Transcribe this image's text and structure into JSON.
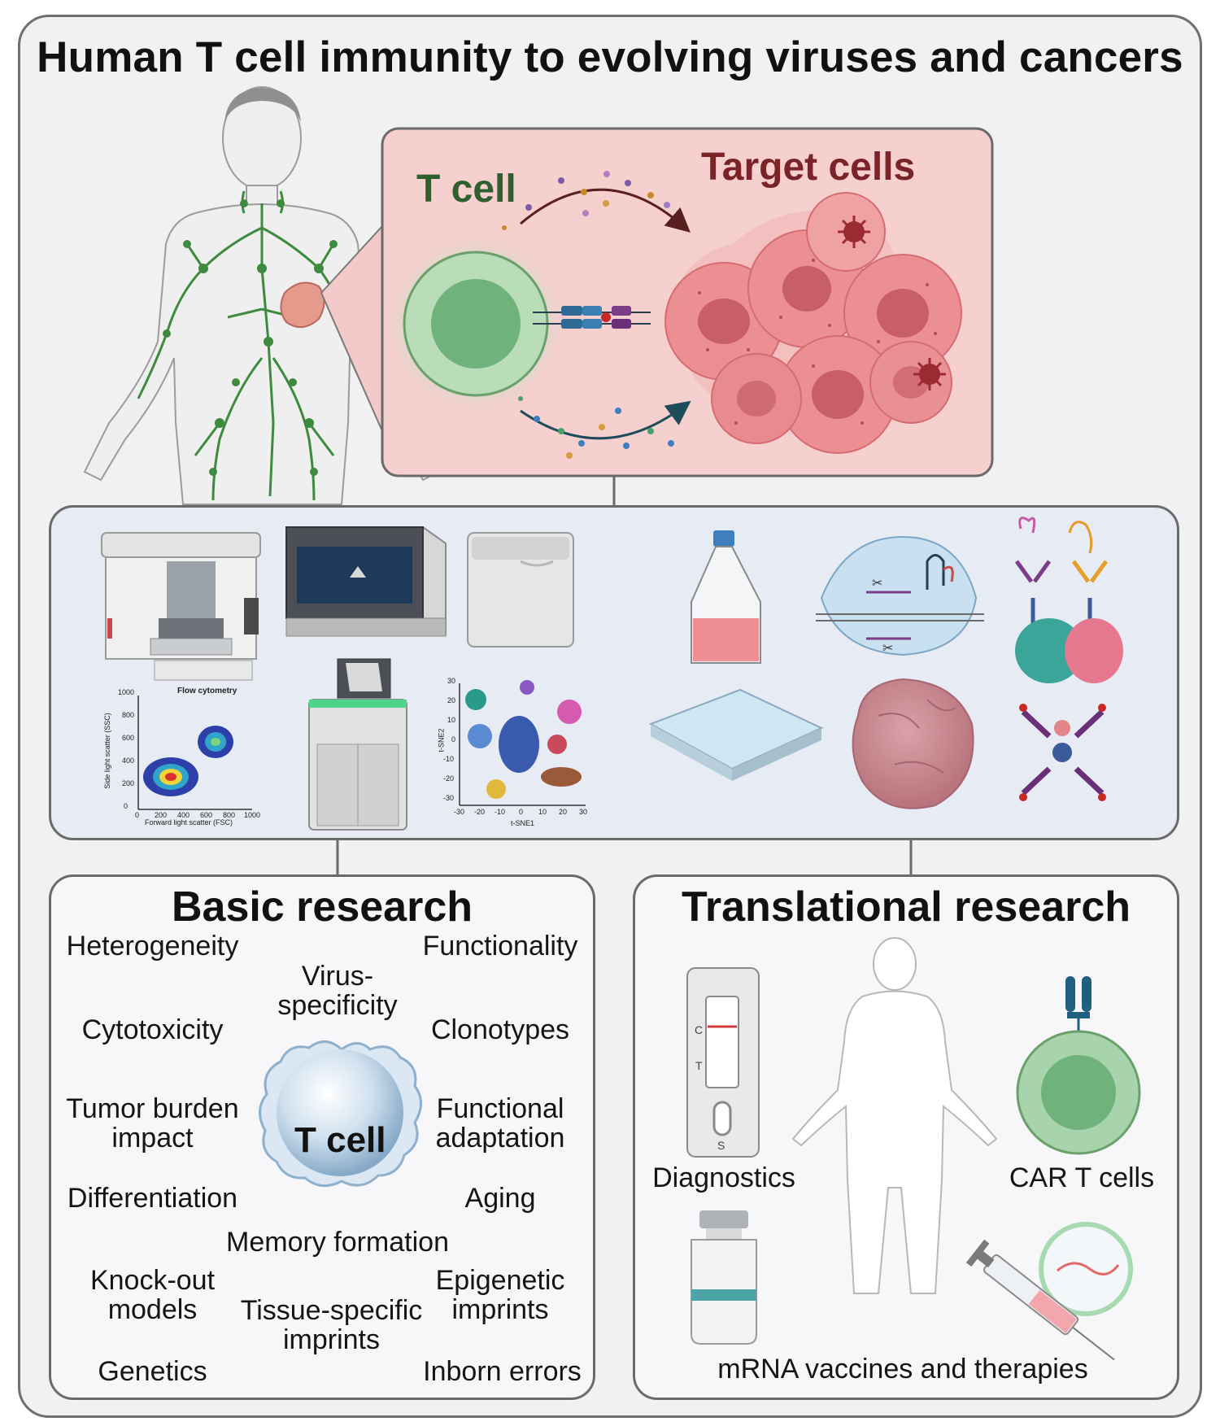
{
  "title": "Human T cell immunity to evolving viruses and cancers",
  "interaction": {
    "t_cell_label": "T cell",
    "target_label": "Target cells"
  },
  "methods": {
    "flow_plot": {
      "title": "Flow cytometry",
      "xlabel": "Forward light scatter (FSC)",
      "ylabel": "Side light scatter (SSC)",
      "x_ticks": [
        "0",
        "200",
        "400",
        "600",
        "800",
        "1000"
      ],
      "y_ticks": [
        "0",
        "200",
        "400",
        "600",
        "800",
        "1000"
      ]
    },
    "tsne_plot": {
      "xlabel": "t-SNE1",
      "ylabel": "t-SNE2",
      "x_ticks": [
        "-30",
        "-20",
        "-10",
        "0",
        "10",
        "20",
        "30"
      ],
      "y_ticks": [
        "30",
        "20",
        "10",
        "0",
        "-10",
        "-20",
        "-30"
      ]
    }
  },
  "basic": {
    "title": "Basic research",
    "center_label": "T cell",
    "terms": {
      "heterogeneity": "Heterogeneity",
      "functionality": "Functionality",
      "virus_specificity": "Virus-\nspecificity",
      "cytotoxicity": "Cytotoxicity",
      "clonotypes": "Clonotypes",
      "tumor_burden": "Tumor burden\nimpact",
      "functional_adaptation": "Functional\nadaptation",
      "differentiation": "Differentiation",
      "aging": "Aging",
      "memory_formation": "Memory formation",
      "knockout_models": "Knock-out\nmodels",
      "epigenetic_imprints": "Epigenetic\nimprints",
      "tissue_specific": "Tissue-specific\nimprints",
      "genetics": "Genetics",
      "inborn_errors": "Inborn errors"
    }
  },
  "translational": {
    "title": "Translational research",
    "diagnostics": "Diagnostics",
    "car_t": "CAR T cells",
    "mrna": "mRNA vaccines and therapies",
    "strip_letters": {
      "c": "C",
      "t": "T",
      "s": "S"
    }
  },
  "colors": {
    "frame_bg": "#f1f1f3",
    "mid_bg": "#e7ebf3",
    "tcell_green": "#2e5f2e",
    "target_red": "#7a2328",
    "cancer_pink": "#e88a8f",
    "inset_bg": "#f6cfcf"
  }
}
